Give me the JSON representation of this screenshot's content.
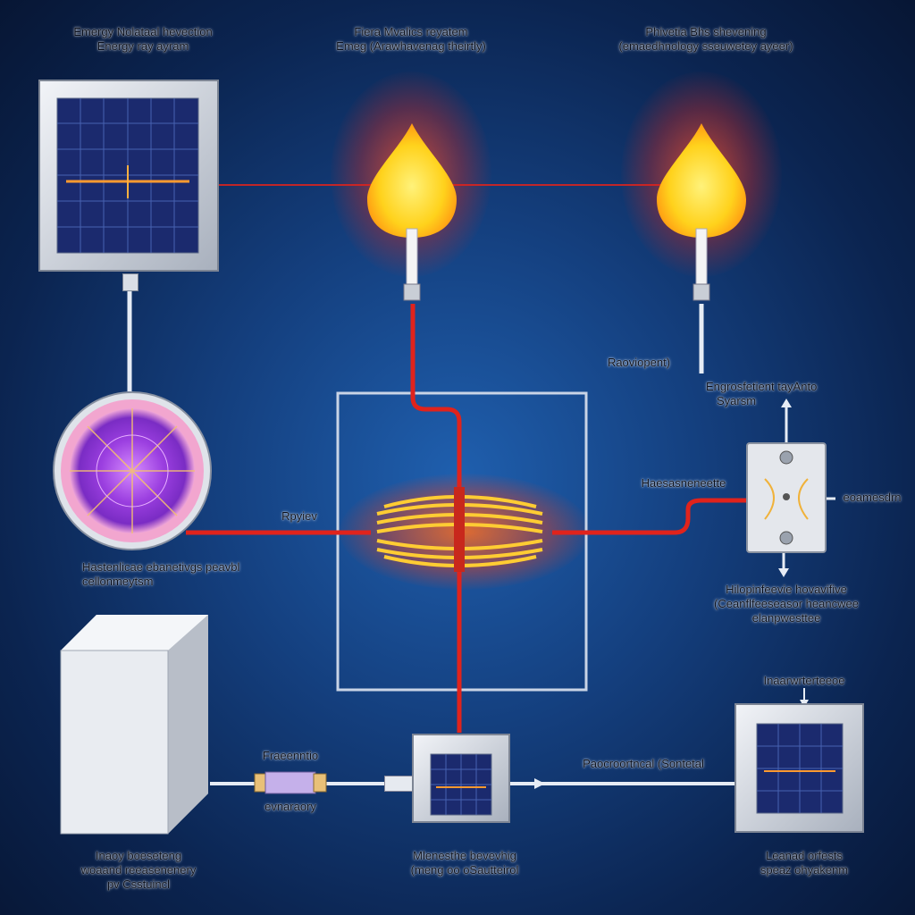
{
  "labels": {
    "top_left": [
      "Emergy Nolataal hevection",
      "Energy ray ayram"
    ],
    "top_center": [
      "Fiera Mvalics reyatem",
      "Emeg (Arawhavenag theirtly)"
    ],
    "top_right": [
      "Phivetia Bhs shevening",
      "(emaedhnology sseuwetey ayeer)"
    ],
    "radiovlopent": [
      "Raoviopent)"
    ],
    "right_upper": [
      "Engrosfetient tayAnto",
      "Syarsm"
    ],
    "reactor_left": [
      "Hastenlicae ebanetivgs peavbl",
      "cellonmeytsm"
    ],
    "panel_left_arrow": [
      "Rpyiev"
    ],
    "device_left": [
      "Haesasneneette"
    ],
    "device_right": [
      "eoamesdrn"
    ],
    "device_below": [
      "Hilopinfeevie hovavifive",
      "(Ceanflfeeseasor heancwee",
      "elanpwesttee"
    ],
    "top_box_right": [
      "Inaarwrterteeoe"
    ],
    "battery_top": [
      "Fraeenntio"
    ],
    "battery_bottom": [
      "evnaraory"
    ],
    "mid_arrow": [
      "Paocroortncal (Sontetal"
    ],
    "bottom_left": [
      "Inaoy boeseteng",
      "woaand reeasenenery",
      "pv Csstuincl"
    ],
    "bottom_center": [
      "Mlenesthe bevevhig",
      "(meng oo oSautteirol"
    ],
    "bottom_right": [
      "Leanad orfests",
      "speaz ohyakenm"
    ]
  },
  "colors": {
    "background": "#0b2450",
    "wire_red": "#e0231c",
    "flame_yellow": "#ffe24a",
    "reactor_violet": "#9b3fe0",
    "coil_gold": "#ffb020",
    "box_outline": "#c9d4e6"
  },
  "icons": [
    "solar-panel-icon",
    "flame-icon",
    "reactor-disk-icon",
    "coil-icon",
    "switch-device-icon",
    "battery-icon",
    "storage-cabinet-icon"
  ]
}
